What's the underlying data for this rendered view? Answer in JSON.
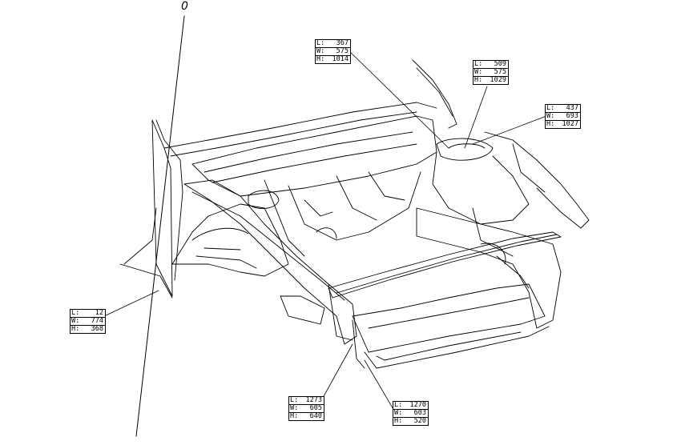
{
  "origin_label": "0",
  "callouts": [
    {
      "id": "c1",
      "rows": [
        {
          "k": "L:",
          "v": "367"
        },
        {
          "k": "W:",
          "v": "575"
        },
        {
          "k": "H:",
          "v": "1014"
        }
      ]
    },
    {
      "id": "c2",
      "rows": [
        {
          "k": "L:",
          "v": "509"
        },
        {
          "k": "W:",
          "v": "575"
        },
        {
          "k": "H:",
          "v": "1029"
        }
      ]
    },
    {
      "id": "c3",
      "rows": [
        {
          "k": "L:",
          "v": "437"
        },
        {
          "k": "W:",
          "v": "693"
        },
        {
          "k": "H:",
          "v": "1027"
        }
      ]
    },
    {
      "id": "c4",
      "rows": [
        {
          "k": "L:",
          "v": "12"
        },
        {
          "k": "W:",
          "v": "774"
        },
        {
          "k": "H:",
          "v": "368"
        }
      ]
    },
    {
      "id": "c5",
      "rows": [
        {
          "k": "L:",
          "v": "1273"
        },
        {
          "k": "W:",
          "v": "605"
        },
        {
          "k": "H:",
          "v": "640"
        }
      ]
    },
    {
      "id": "c6",
      "rows": [
        {
          "k": "L:",
          "v": "1270"
        },
        {
          "k": "W:",
          "v": "603"
        },
        {
          "k": "H:",
          "v": "520"
        }
      ]
    }
  ]
}
